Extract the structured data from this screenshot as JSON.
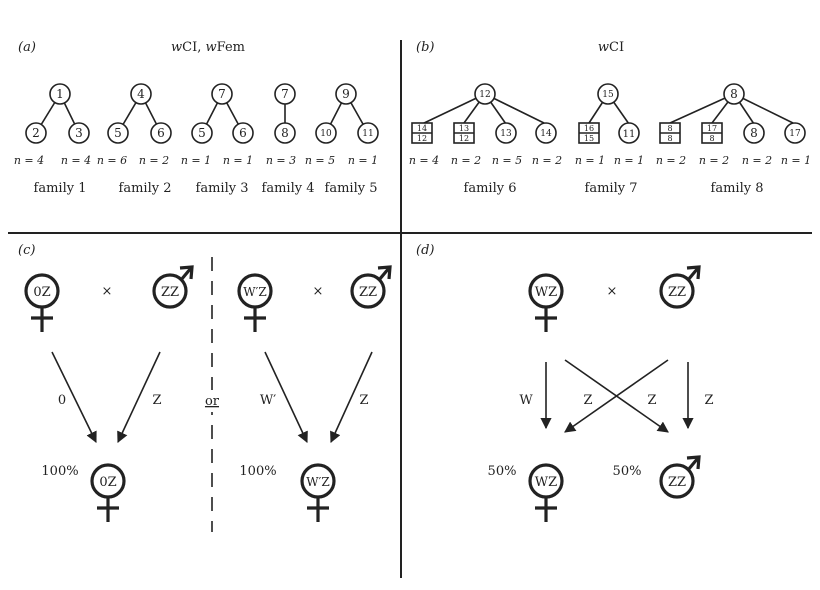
{
  "panel_a": {
    "label": "(a)",
    "title_pre_w1": "w",
    "title_text1": "CI, ",
    "title_pre_w2": "w",
    "title_text2": "Fem",
    "families": [
      {
        "name": "family 1",
        "root": "1",
        "children": [
          "2",
          "3"
        ],
        "counts": [
          "n = 4",
          "n = 4"
        ]
      },
      {
        "name": "family 2",
        "root": "4",
        "children": [
          "5",
          "6"
        ],
        "counts": [
          "n = 6",
          "n = 2"
        ]
      },
      {
        "name": "family 3",
        "root": "7",
        "children": [
          "5",
          "6"
        ],
        "counts": [
          "n = 1",
          "n = 1"
        ]
      },
      {
        "name": "family 4",
        "root": "7",
        "children": [
          "8"
        ],
        "counts": [
          "n = 3"
        ]
      },
      {
        "name": "family 5",
        "root": "9",
        "children": [
          "10",
          "11"
        ],
        "counts": [
          "n = 5",
          "n = 1"
        ]
      }
    ]
  },
  "panel_b": {
    "label": "(b)",
    "title_pre_w": "w",
    "title_text": "CI",
    "families": [
      {
        "name": "family 6",
        "root": "12",
        "children": [
          {
            "shape": "square",
            "top": "14",
            "bottom": "12"
          },
          {
            "shape": "square",
            "top": "13",
            "bottom": "12"
          },
          {
            "shape": "circle",
            "label": "13"
          },
          {
            "shape": "circle",
            "label": "14"
          }
        ],
        "counts": [
          "n = 4",
          "n = 2",
          "n = 5",
          "n = 2"
        ]
      },
      {
        "name": "family 7",
        "root": "15",
        "children": [
          {
            "shape": "square",
            "top": "16",
            "bottom": "15"
          },
          {
            "shape": "circle",
            "label": "11"
          }
        ],
        "counts": [
          "n = 1",
          "n = 1"
        ]
      },
      {
        "name": "family 8",
        "root": "8",
        "children": [
          {
            "shape": "square",
            "top": "8",
            "bottom": "8"
          },
          {
            "shape": "square",
            "top": "17",
            "bottom": "8"
          },
          {
            "shape": "circle",
            "label": "8"
          },
          {
            "shape": "circle",
            "label": "17"
          }
        ],
        "counts": [
          "n = 2",
          "n = 2",
          "n = 2",
          "n = 1"
        ]
      }
    ]
  },
  "panel_c": {
    "label": "(c)",
    "cross_symbol": "×",
    "or_label": "or",
    "left": {
      "mother": "0Z",
      "father": "ZZ",
      "arrow_left": "0",
      "arrow_right": "Z",
      "pct": "100%",
      "offspring": "0Z"
    },
    "right": {
      "mother": "W′Z",
      "father": "ZZ",
      "arrow_left": "W′",
      "arrow_right": "Z",
      "pct": "100%",
      "offspring": "W′Z"
    }
  },
  "panel_d": {
    "label": "(d)",
    "cross_symbol": "×",
    "mother": "WZ",
    "father": "ZZ",
    "arrow_labels": [
      "W",
      "Z",
      "Z",
      "Z"
    ],
    "offspring": [
      {
        "pct": "50%",
        "genotype": "WZ"
      },
      {
        "pct": "50%",
        "genotype": "ZZ"
      }
    ]
  }
}
